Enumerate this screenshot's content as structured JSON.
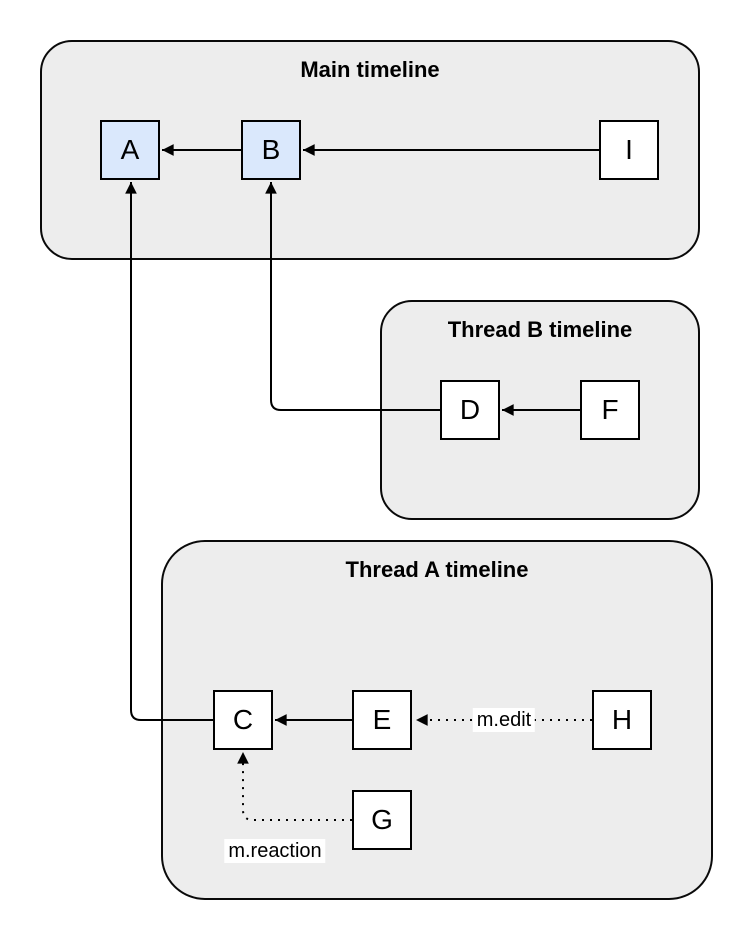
{
  "diagram": {
    "containers": [
      {
        "name": "main-timeline",
        "title": "Main timeline"
      },
      {
        "name": "thread-b-timeline",
        "title": "Thread B timeline"
      },
      {
        "name": "thread-a-timeline",
        "title": "Thread A timeline"
      }
    ],
    "nodes": [
      {
        "id": "A",
        "label": "A",
        "timeline": "main",
        "highlighted": true
      },
      {
        "id": "B",
        "label": "B",
        "timeline": "main",
        "highlighted": true
      },
      {
        "id": "I",
        "label": "I",
        "timeline": "main",
        "highlighted": false
      },
      {
        "id": "D",
        "label": "D",
        "timeline": "thread-b",
        "highlighted": false
      },
      {
        "id": "F",
        "label": "F",
        "timeline": "thread-b",
        "highlighted": false
      },
      {
        "id": "C",
        "label": "C",
        "timeline": "thread-a",
        "highlighted": false
      },
      {
        "id": "E",
        "label": "E",
        "timeline": "thread-a",
        "highlighted": false
      },
      {
        "id": "H",
        "label": "H",
        "timeline": "thread-a",
        "highlighted": false
      },
      {
        "id": "G",
        "label": "G",
        "timeline": "thread-a",
        "highlighted": false
      }
    ],
    "edges": [
      {
        "from": "B",
        "to": "A",
        "style": "solid",
        "label": ""
      },
      {
        "from": "I",
        "to": "B",
        "style": "solid",
        "label": ""
      },
      {
        "from": "D",
        "to": "B",
        "style": "solid",
        "label": ""
      },
      {
        "from": "F",
        "to": "D",
        "style": "solid",
        "label": ""
      },
      {
        "from": "C",
        "to": "A",
        "style": "solid",
        "label": ""
      },
      {
        "from": "E",
        "to": "C",
        "style": "solid",
        "label": ""
      },
      {
        "from": "H",
        "to": "E",
        "style": "dotted",
        "label": "m.edit"
      },
      {
        "from": "G",
        "to": "C",
        "style": "dotted",
        "label": "m.reaction"
      }
    ],
    "colors": {
      "container_fill": "#ededed",
      "container_stroke": "#0a0a0a",
      "highlight_node_fill": "#dae8fc",
      "node_fill": "#ffffff",
      "node_stroke": "#000000",
      "edge_stroke": "#000000",
      "label_background": "#ffffff",
      "text": "#000000"
    }
  }
}
